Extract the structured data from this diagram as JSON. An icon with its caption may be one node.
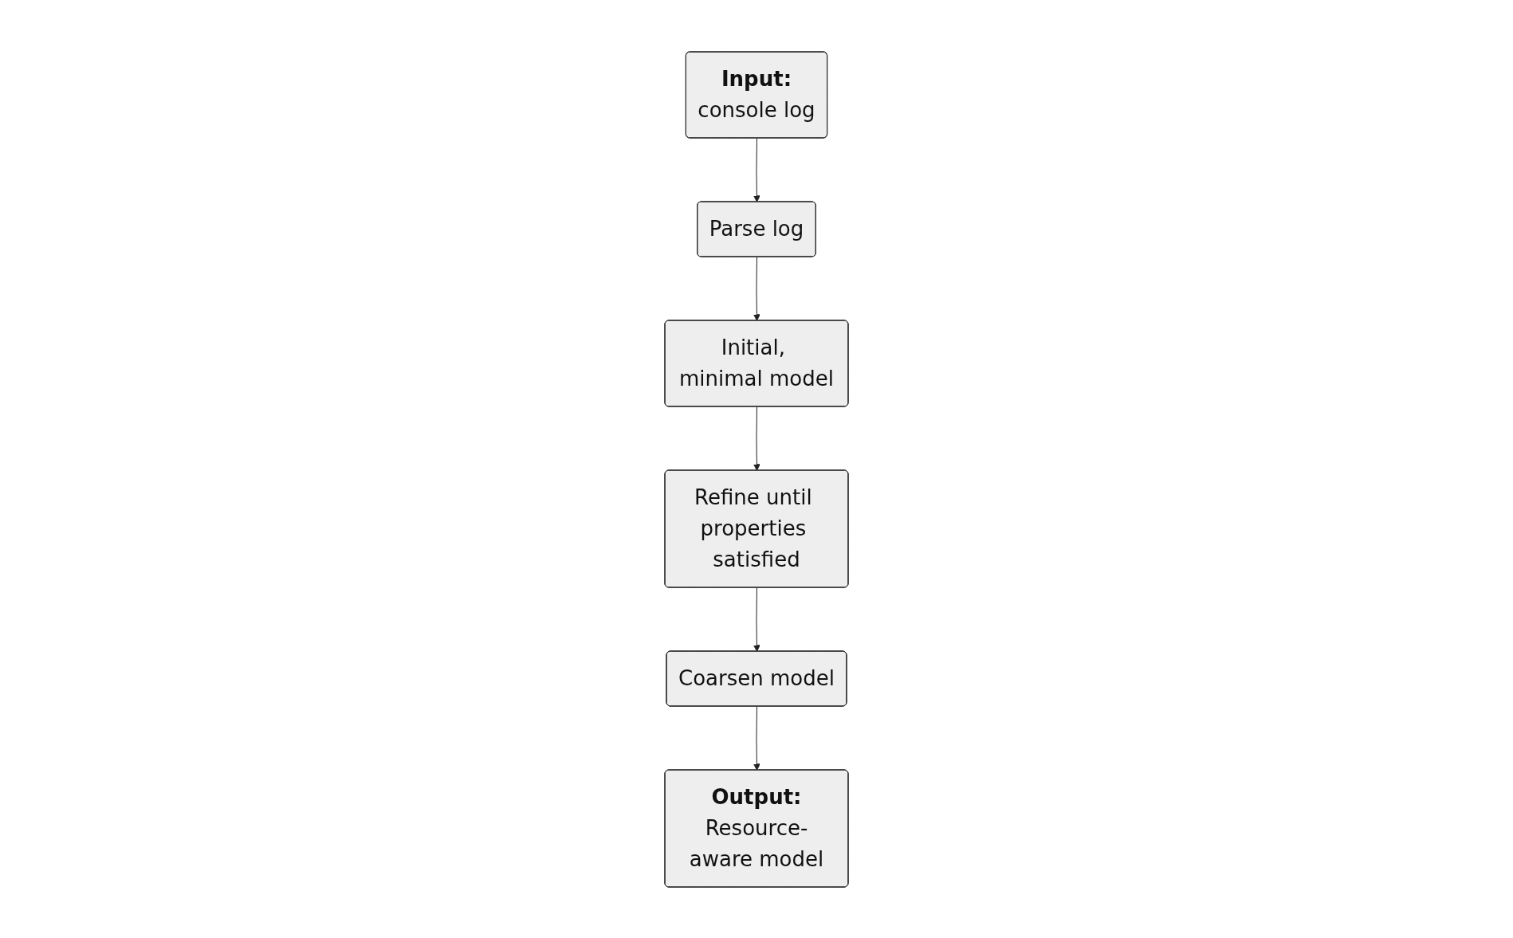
{
  "diagram": {
    "nodes": [
      {
        "text": [
          "Input:",
          "console log"
        ]
      },
      {
        "text": [
          "Parse log"
        ]
      },
      {
        "text": [
          "Initial, minimal model"
        ]
      },
      {
        "text": [
          "Refine until properties satisfied"
        ]
      },
      {
        "text": [
          "Coarsen model"
        ]
      },
      {
        "text": [
          "Output:",
          "Resource-aware model"
        ]
      }
    ],
    "edges": [
      {
        "from": 0,
        "to": 1,
        "arrow": "to"
      },
      {
        "from": 1,
        "to": 2,
        "arrow": "to"
      },
      {
        "from": 2,
        "to": 3,
        "arrow": "to"
      },
      {
        "from": 3,
        "to": 4,
        "arrow": "to"
      },
      {
        "from": 4,
        "to": 5,
        "arrow": "to"
      }
    ]
  }
}
